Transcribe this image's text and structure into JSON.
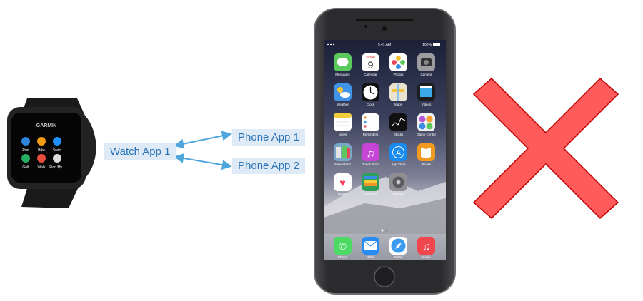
{
  "labels": {
    "watch_app": "Watch App 1",
    "phone_app_1": "Phone App 1",
    "phone_app_2": "Phone App 2"
  },
  "watch": {
    "brand": "GARMIN",
    "tiles": [
      "Run",
      "Bike",
      "Swim",
      "Golf",
      "Walk",
      "Find My..."
    ]
  },
  "phone": {
    "status_time": "9:41 AM",
    "status_battery": "100%",
    "calendar_weekday": "Tuesday",
    "calendar_day": "9",
    "apps": [
      "Messages",
      "Calendar",
      "Photos",
      "Camera",
      "Weather",
      "Clock",
      "Maps",
      "Videos",
      "Notes",
      "Reminders",
      "Stocks",
      "Game Center",
      "Newsstand",
      "iTunes Store",
      "App Store",
      "iBooks",
      "Health",
      "Passbook",
      "Settings"
    ],
    "dock": [
      "Phone",
      "Mail",
      "Safari",
      "Music"
    ]
  },
  "colors": {
    "label_bg": "#deebf7",
    "label_text": "#2e75b6",
    "arrow": "#4ea6dc",
    "cross_fill": "#ff5b5b",
    "cross_stroke": "#c00000"
  }
}
